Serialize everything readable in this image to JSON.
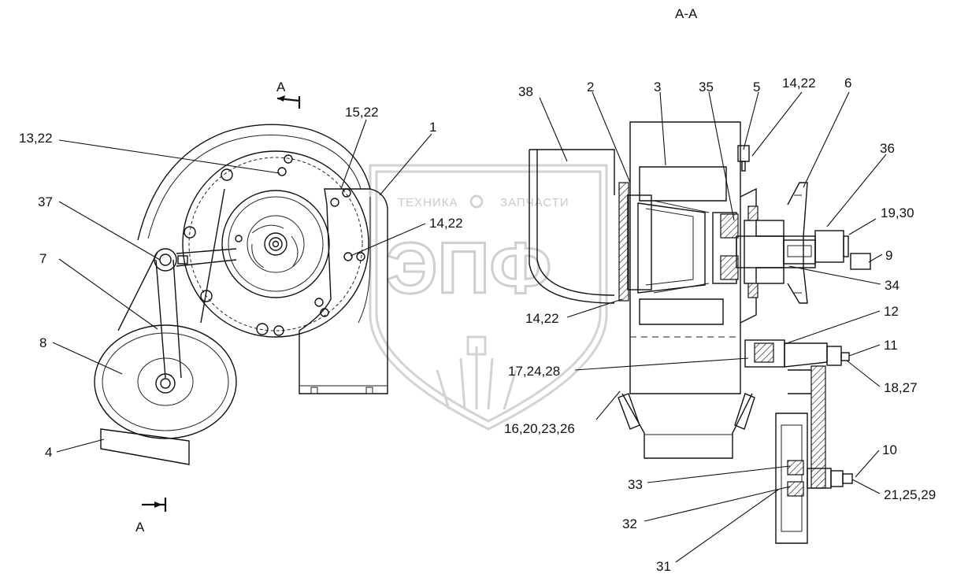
{
  "section_title": "А-А",
  "section_marks": {
    "top": "А",
    "bottom": "А"
  },
  "watermark": {
    "line1": "ТЕХНИКА",
    "line2": "ЗАПЧАСТИ",
    "logo": "ЭПФ"
  },
  "callouts": {
    "c13_22": "13,22",
    "c15_22": "15,22",
    "c1": "1",
    "c14_22_left": "14,22",
    "c37": "37",
    "c7": "7",
    "c8": "8",
    "c4": "4",
    "c38": "38",
    "c2": "2",
    "c3": "3",
    "c35": "35",
    "c5": "5",
    "c14_22_top": "14,22",
    "c6": "6",
    "c36": "36",
    "c19_30": "19,30",
    "c9": "9",
    "c34": "34",
    "c14_22_mid": "14,22",
    "c12": "12",
    "c11": "11",
    "c17_24_28": "17,24,28",
    "c18_27": "18,27",
    "c16_20_23_26": "16,20,23,26",
    "c10": "10",
    "c33": "33",
    "c21_25_29": "21,25,29",
    "c32": "32",
    "c31": "31"
  },
  "colors": {
    "ink": "#111111",
    "watermark": "#cfcfcf",
    "background": "#ffffff"
  }
}
